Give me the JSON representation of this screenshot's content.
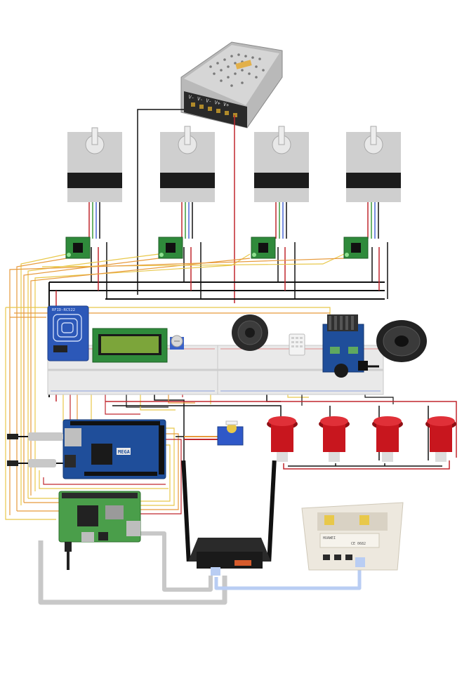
{
  "diagram": {
    "lcd_text": "",
    "components": {
      "power_supply": {
        "label": "V- V- V- V+ V+"
      },
      "stepper_motors": [
        {
          "name": "stepper-motor-1"
        },
        {
          "name": "stepper-motor-2"
        },
        {
          "name": "stepper-motor-3"
        },
        {
          "name": "stepper-motor-4"
        }
      ],
      "stepper_drivers": [
        {
          "name": "stepper-driver-1"
        },
        {
          "name": "stepper-driver-2"
        },
        {
          "name": "stepper-driver-3"
        },
        {
          "name": "stepper-driver-4"
        }
      ],
      "rfid_reader": {
        "label": "RFID-RC522"
      },
      "arduino": {
        "label": "MEGA"
      },
      "arcade_buttons": [
        {
          "name": "arcade-button-1"
        },
        {
          "name": "arcade-button-2"
        },
        {
          "name": "arcade-button-3"
        },
        {
          "name": "arcade-button-4"
        }
      ],
      "modem": {
        "label": "HUAWEI",
        "mark": "CE 0682"
      }
    },
    "colors": {
      "wire_black": "#111111",
      "wire_red": "#c0272d",
      "wire_yellow": "#e8c84a",
      "wire_orange": "#e79a3c",
      "wire_blue": "#4a67d6",
      "wire_green": "#3c9a3c",
      "ethernet_gray": "#c8c8c8",
      "ethernet_blue": "#b9cdf3",
      "arcade_red": "#c8161e",
      "arduino_blue": "#1f4e9a",
      "pcb_green": "#2f8a3b",
      "lcd_green": "#7ca53a"
    }
  }
}
